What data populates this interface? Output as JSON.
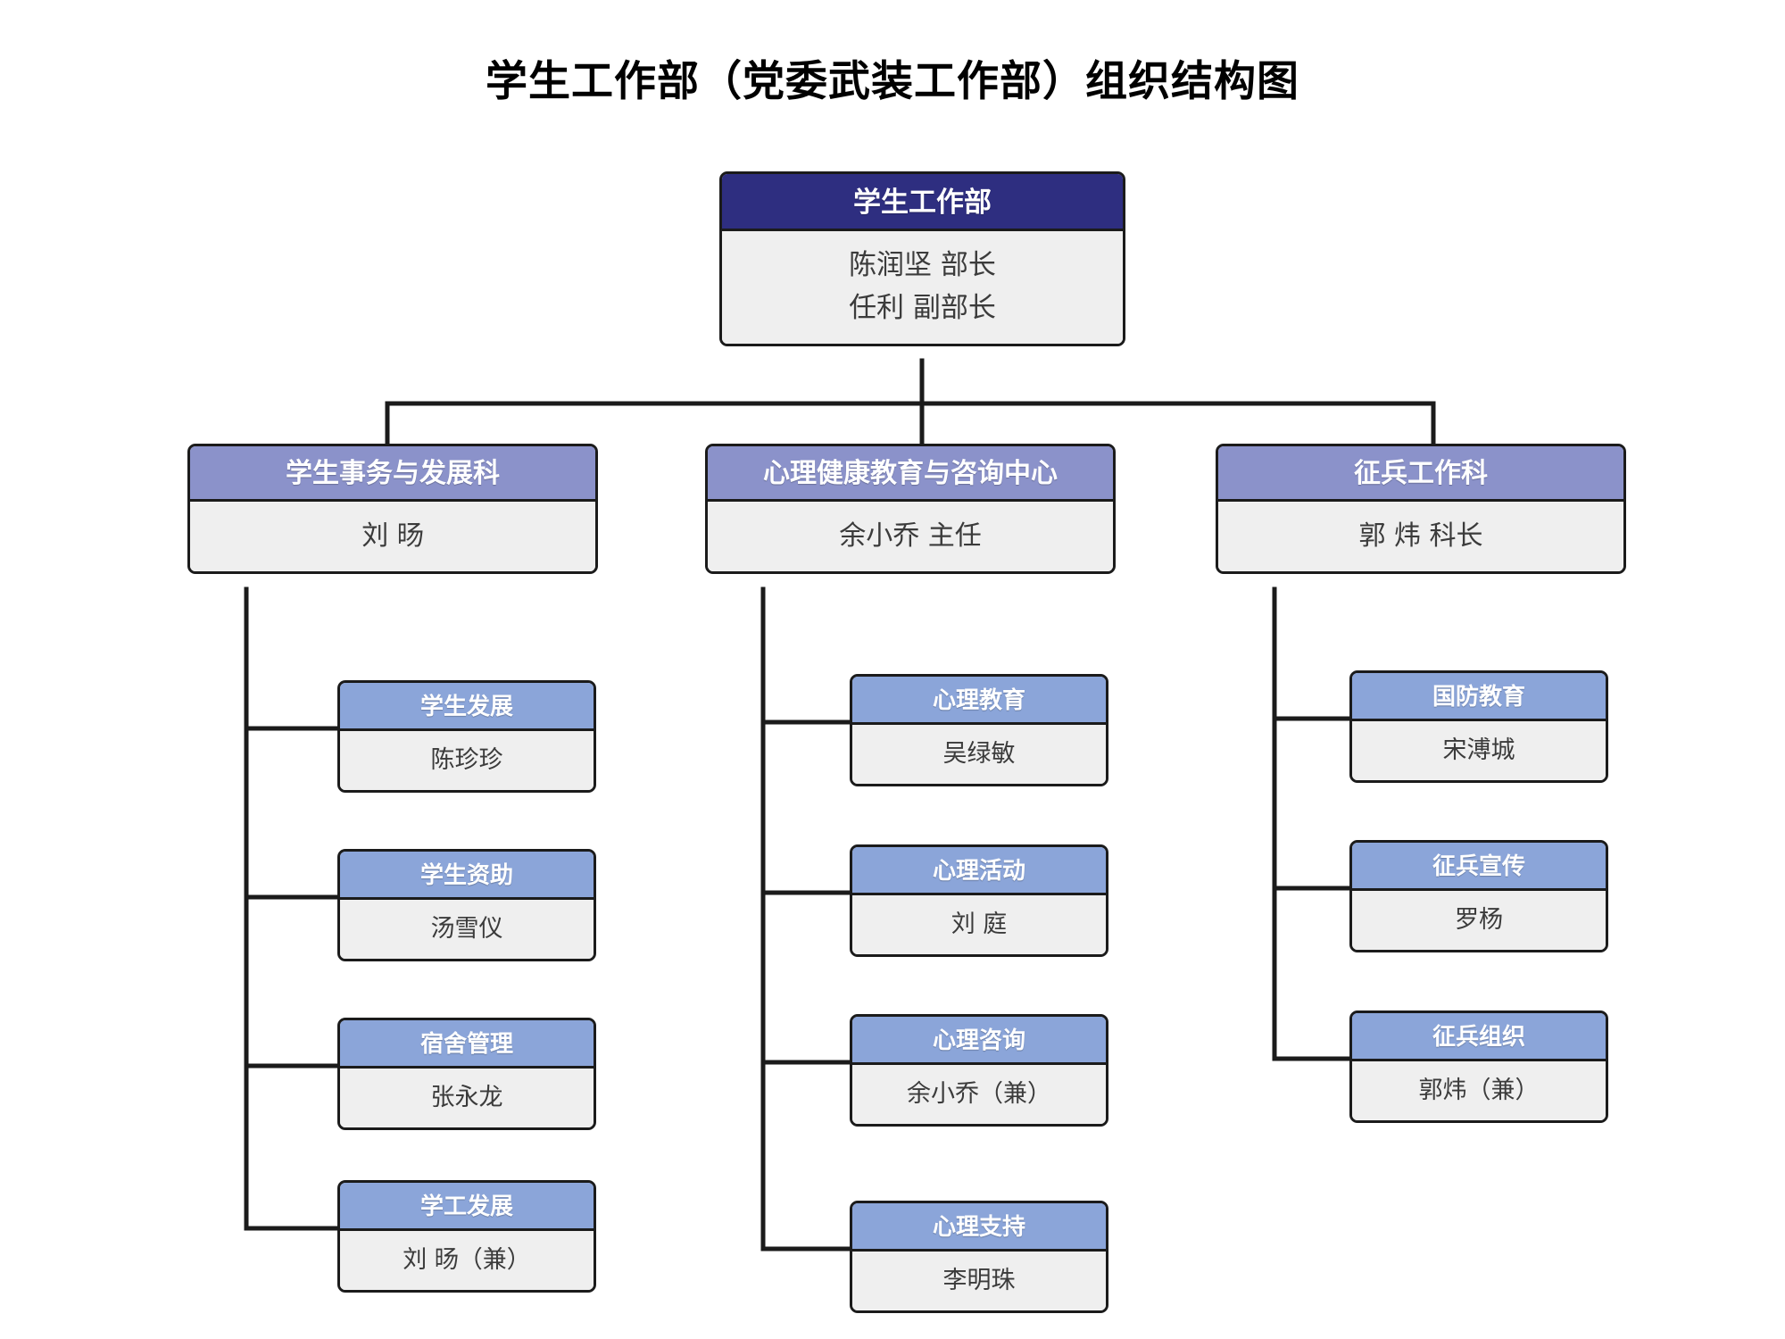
{
  "title": "学生工作部（党委武装工作部）组织结构图",
  "colors": {
    "root_header": "#2e2e80",
    "level2_header": "#8b92ca",
    "level3_header": "#8ba5d9",
    "body_fill": "#efefef",
    "border": "#1b1b1b",
    "background": "#ffffff",
    "title_text": "#000000",
    "header_text": "#ffffff",
    "body_text": "#3b3b3b"
  },
  "root": {
    "header": "学生工作部",
    "people": [
      "陈润坚 部长",
      "任利 副部长"
    ]
  },
  "branches": [
    {
      "header": "学生事务与发展科",
      "person": "刘 旸",
      "children": [
        {
          "header": "学生发展",
          "person": "陈珍珍"
        },
        {
          "header": "学生资助",
          "person": "汤雪仪"
        },
        {
          "header": "宿舍管理",
          "person": "张永龙"
        },
        {
          "header": "学工发展",
          "person": "刘 旸（兼）"
        }
      ]
    },
    {
      "header": "心理健康教育与咨询中心",
      "person": "余小乔 主任",
      "children": [
        {
          "header": "心理教育",
          "person": "吴绿敏"
        },
        {
          "header": "心理活动",
          "person": "刘 庭"
        },
        {
          "header": "心理咨询",
          "person": "余小乔（兼）"
        },
        {
          "header": "心理支持",
          "person": "李明珠"
        }
      ]
    },
    {
      "header": "征兵工作科",
      "person": "郭 炜 科长",
      "children": [
        {
          "header": "国防教育",
          "person": "宋溥城"
        },
        {
          "header": "征兵宣传",
          "person": "罗杨"
        },
        {
          "header": "征兵组织",
          "person": "郭炜（兼）"
        }
      ]
    }
  ]
}
